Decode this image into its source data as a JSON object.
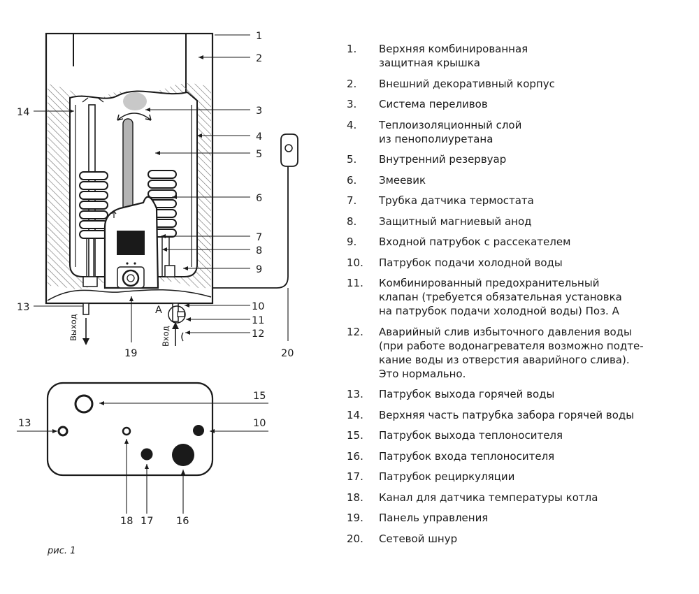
{
  "diagram": {
    "top_labels": [
      "1",
      "2",
      "3",
      "4",
      "5",
      "6",
      "7",
      "8",
      "9",
      "10",
      "11",
      "12",
      "13",
      "14",
      "19",
      "20"
    ],
    "inlet_mark": "A",
    "outlet_text": "Выход",
    "inlet_text": "Вход",
    "bottom_labels": [
      "15",
      "13",
      "10",
      "18",
      "17",
      "16"
    ],
    "caption": "рис. 1"
  },
  "legend": [
    {
      "num": "1.",
      "text": "Верхняя комбинированная\nзащитная крышка"
    },
    {
      "num": "2.",
      "text": "Внешний декоративный корпус"
    },
    {
      "num": "3.",
      "text": "Система переливов"
    },
    {
      "num": "4.",
      "text": "Теплоизоляционный слой\nиз пенополиуретана"
    },
    {
      "num": "5.",
      "text": "Внутренний резервуар"
    },
    {
      "num": "6.",
      "text": "Змеевик"
    },
    {
      "num": "7.",
      "text": "Трубка датчика термостата"
    },
    {
      "num": "8.",
      "text": "Защитный магниевый анод"
    },
    {
      "num": "9.",
      "text": "Входной патрубок с рассекателем"
    },
    {
      "num": "10.",
      "text": "Патрубок подачи холодной воды"
    },
    {
      "num": "11.",
      "text": "Комбинированный предохранительный\nклапан (требуется обязательная установка\nна патрубок подачи холодной воды) Поз. А"
    },
    {
      "num": "12.",
      "text": "Аварийный слив избыточного давления воды\n(при работе водонагревателя возможно подте-\nкание воды из отверстия аварийного слива).\nЭто нормально."
    },
    {
      "num": "13.",
      "text": "Патрубок выхода горячей воды"
    },
    {
      "num": "14.",
      "text": "Верхняя часть патрубка забора горячей воды"
    },
    {
      "num": "15.",
      "text": "Патрубок выхода теплоносителя"
    },
    {
      "num": "16.",
      "text": "Патрубок входа теплоносителя"
    },
    {
      "num": "17.",
      "text": "Патрубок рециркуляции"
    },
    {
      "num": "18.",
      "text": "Канал для датчика температуры котла"
    },
    {
      "num": "19.",
      "text": "Панель управления"
    },
    {
      "num": "20.",
      "text": "Сетевой шнур"
    }
  ]
}
